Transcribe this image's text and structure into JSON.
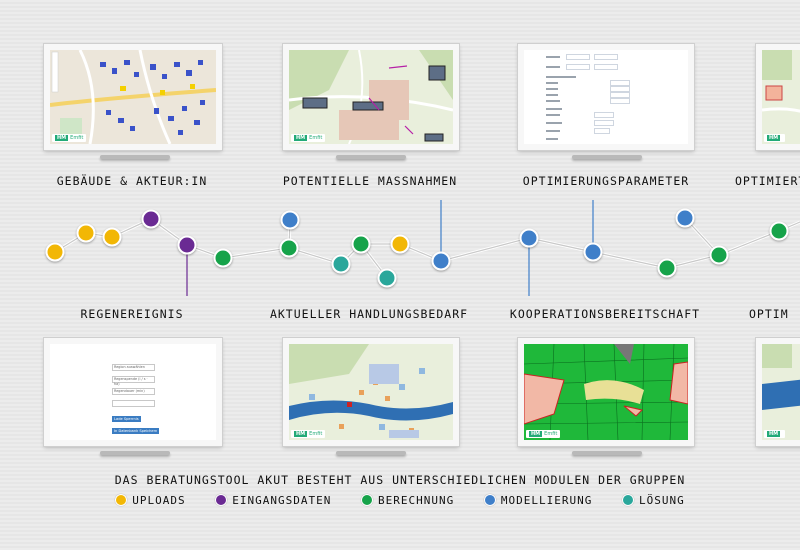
{
  "modules_top": [
    {
      "label": "Gebäude & Akteur:in"
    },
    {
      "label": "Potentielle Maßnahmen"
    },
    {
      "label": "Optimierungsparameter"
    },
    {
      "label": "Optimierte"
    }
  ],
  "modules_bottom": [
    {
      "label": "Regenereignis"
    },
    {
      "label": "Aktueller Handlungsbedarf"
    },
    {
      "label": "Kooperationsbereitschaft"
    },
    {
      "label": "Optim"
    }
  ],
  "brand": {
    "mark": "HM",
    "text": "Emfit"
  },
  "form_screen": {
    "select_text": "Region auswählen",
    "field1": "Regenspende (l / s · ha)",
    "field2": "Regendauer (min)",
    "button1": "Lade Sperrnis",
    "button2": "In Datenbank Speichern"
  },
  "caption": "Das Beratungstool AKUT besteht aus unterschiedlichen Modulen der Gruppen",
  "legend": [
    {
      "label": "Uploads",
      "color": "#f2b705"
    },
    {
      "label": "Eingangsdaten",
      "color": "#6a2a93"
    },
    {
      "label": "Berechnung",
      "color": "#16a34a"
    },
    {
      "label": "Modellierung",
      "color": "#3f7fc9"
    },
    {
      "label": "Lösung",
      "color": "#2aa79b"
    }
  ],
  "colors": {
    "uploads": "#f2b705",
    "eingangsdaten": "#6a2a93",
    "berechnung": "#16a34a",
    "modellierung": "#3f7fc9",
    "loesung": "#2aa79b"
  }
}
